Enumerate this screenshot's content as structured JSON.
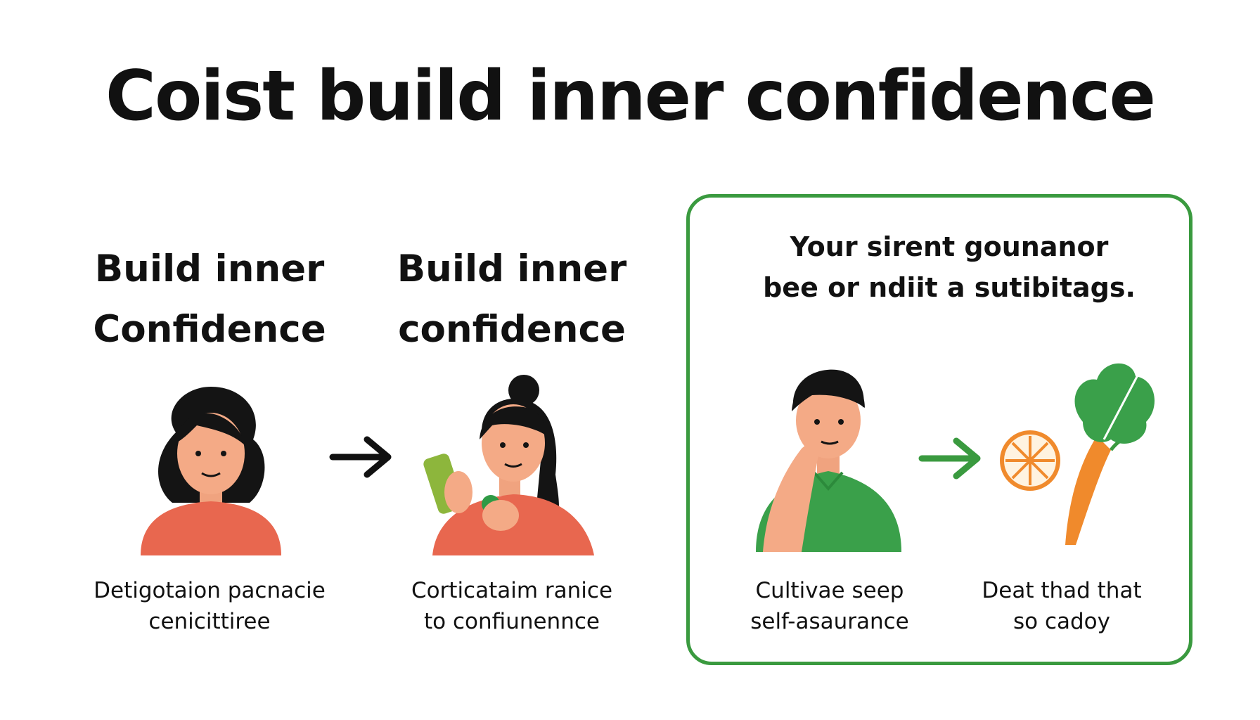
{
  "title": "Coist build inner confidence",
  "steps": [
    {
      "heading": [
        "Build inner",
        "Confidence"
      ],
      "caption": [
        "Detigotaion pacnacie",
        "cenicittiree"
      ],
      "icon": "woman-portrait-icon"
    },
    {
      "heading": [
        "Build inner",
        "confidence"
      ],
      "caption": [
        "Corticataim ranice",
        "to confiunennce"
      ],
      "icon": "woman-with-phone-icon"
    }
  ],
  "card": {
    "heading": [
      "Your sirent gounanor",
      "bee or ndiit a sutibitags."
    ],
    "items": [
      {
        "caption": [
          "Cultivae seep",
          "self-asaurance"
        ],
        "icon": "thinking-man-icon"
      },
      {
        "caption": [
          "Deat thad that",
          "so cadoy"
        ],
        "icon": "citrus-carrot-icon"
      }
    ]
  },
  "colors": {
    "accent_green": "#3a9a3f",
    "shirt_coral": "#e8674f",
    "arrow_black": "#111111",
    "carrot_orange": "#f08a2c"
  }
}
